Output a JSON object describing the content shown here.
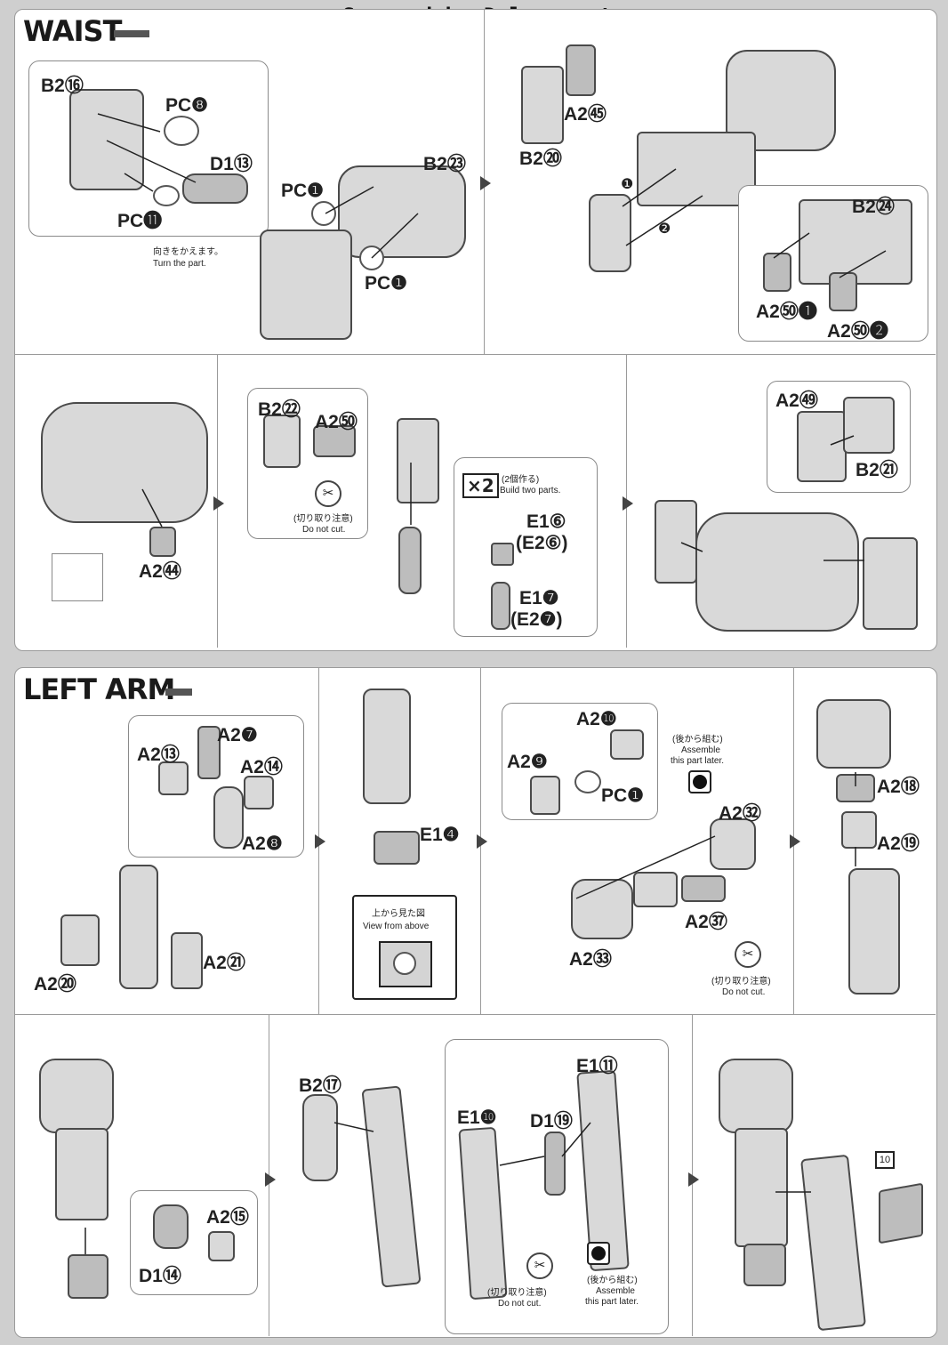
{
  "header": {
    "scanned": "Scanned by Dalong.net"
  },
  "waist": {
    "title": "WAIST",
    "step1": {
      "callout_labels": [
        "B2⑯",
        "PC❽",
        "D1⑬",
        "PC⓫"
      ],
      "labels": [
        "B2㉓",
        "PC❶",
        "PC❶"
      ],
      "turn_jp": "向きをかえます。",
      "turn_en": "Turn the part."
    },
    "step2": {
      "labels": [
        "A2㊺",
        "B2⑳"
      ],
      "callout_labels": [
        "B2㉔",
        "A2㊿❶",
        "A2㊿❷"
      ],
      "order": [
        "❶",
        "❷"
      ]
    },
    "step3": {
      "labels": [
        "A2㊹"
      ]
    },
    "step4": {
      "callout_labels": [
        "B2㉒",
        "A2㊿"
      ],
      "nocut_jp": "(切り取り注意)",
      "nocut_en": "Do not cut.",
      "x2": "×2",
      "build_jp": "(2個作る)",
      "build_en": "Build two parts.",
      "parts": [
        "E1⑥",
        "(E2⑥)",
        "E1❼",
        "(E2❼)"
      ]
    },
    "step5": {
      "callout_labels": [
        "A2㊾",
        "B2㉑"
      ]
    }
  },
  "left_arm": {
    "title": "LEFT ARM",
    "step1": {
      "callout_labels": [
        "A2⑬",
        "A2❼",
        "A2⑭",
        "A2❽"
      ],
      "labels": [
        "A2⑳",
        "A2㉑"
      ]
    },
    "step2": {
      "labels": [
        "E1❹"
      ],
      "view_jp": "上から見た図",
      "view_en": "View from above"
    },
    "step3": {
      "callout_labels": [
        "A2❿",
        "A2❾",
        "PC❶"
      ],
      "labels": [
        "A2㉜",
        "A2㊲",
        "A2㉝"
      ],
      "later_jp": "(後から組む)",
      "later_en1": "Assemble",
      "later_en2": "this part later.",
      "nocut_jp": "(切り取り注意)",
      "nocut_en": "Do not cut."
    },
    "step4": {
      "labels": [
        "A2⑱",
        "A2⑲"
      ]
    },
    "step5": {
      "callout_labels": [
        "A2⑮",
        "D1⑭"
      ]
    },
    "step6": {
      "labels": [
        "B2⑰"
      ]
    },
    "step7": {
      "labels": [
        "E1⑪",
        "E1❿",
        "D1⑲"
      ],
      "nocut_jp": "(切り取り注意)",
      "nocut_en": "Do not cut.",
      "later_jp": "(後から組む)",
      "later_en1": "Assemble",
      "later_en2": "this part later."
    },
    "step8": {
      "sticker": "10"
    }
  }
}
